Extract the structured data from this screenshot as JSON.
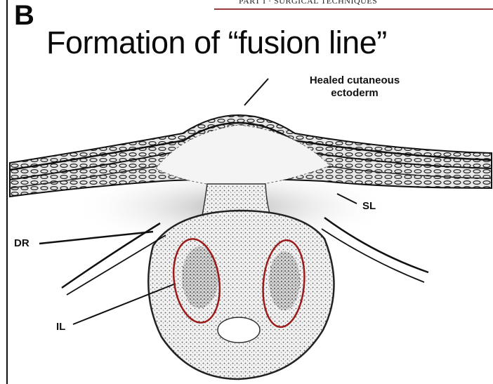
{
  "running_head": "PART I · SURGICAL TECHNIQUES",
  "panel_letter": "B",
  "title": "Formation of “fusion line”",
  "labels": {
    "healed_line1": "Healed cutaneous",
    "healed_line2": "ectoderm",
    "sl": "SL",
    "dr": "DR",
    "il": "IL"
  },
  "colors": {
    "highlight_ellipse": "#9b1b1b",
    "ink": "#111111",
    "accent_rule": "#9a3b3b"
  }
}
